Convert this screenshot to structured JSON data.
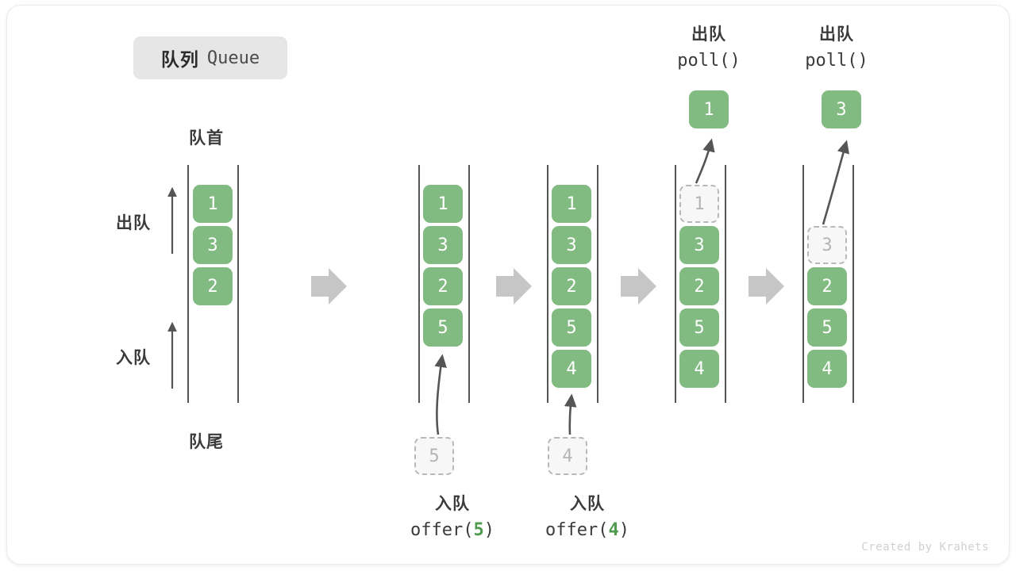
{
  "title": {
    "cn": "队列",
    "en": "Queue"
  },
  "labels": {
    "head": "队首",
    "tail": "队尾",
    "dequeue": "出队",
    "enqueue": "入队"
  },
  "watermark": "Created by Krahets",
  "colors": {
    "element": "#82bb82",
    "ghost_fill": "#f7f7f7",
    "ghost_border": "#b8b8b8",
    "rail": "#555555",
    "step_arrow": "#c6c6c6",
    "accent_text": "#4e9a4e",
    "badge_bg": "#e6e6e6"
  },
  "captions": {
    "poll_1": {
      "cn": "出队",
      "fn_prefix": "poll(",
      "arg": "",
      "fn_suffix": ")"
    },
    "poll_2": {
      "cn": "出队",
      "fn_prefix": "poll(",
      "arg": "",
      "fn_suffix": ")"
    },
    "offer_5": {
      "cn": "入队",
      "fn_prefix": "offer(",
      "arg": "5",
      "fn_suffix": ")"
    },
    "offer_4": {
      "cn": "入队",
      "fn_prefix": "offer(",
      "arg": "4",
      "fn_suffix": ")"
    }
  },
  "columns": [
    {
      "id": "state-initial",
      "items": [
        {
          "value": "1",
          "state": "filled"
        },
        {
          "value": "3",
          "state": "filled"
        },
        {
          "value": "2",
          "state": "filled"
        }
      ]
    },
    {
      "id": "state-after-offer-5",
      "items": [
        {
          "value": "1",
          "state": "filled"
        },
        {
          "value": "3",
          "state": "filled"
        },
        {
          "value": "2",
          "state": "filled"
        },
        {
          "value": "5",
          "state": "filled"
        }
      ],
      "incoming": {
        "value": "5",
        "state": "ghost"
      }
    },
    {
      "id": "state-after-offer-4",
      "items": [
        {
          "value": "1",
          "state": "filled"
        },
        {
          "value": "3",
          "state": "filled"
        },
        {
          "value": "2",
          "state": "filled"
        },
        {
          "value": "5",
          "state": "filled"
        },
        {
          "value": "4",
          "state": "filled"
        }
      ],
      "incoming": {
        "value": "4",
        "state": "ghost"
      }
    },
    {
      "id": "state-after-poll-1",
      "items": [
        {
          "value": "1",
          "state": "ghost"
        },
        {
          "value": "3",
          "state": "filled"
        },
        {
          "value": "2",
          "state": "filled"
        },
        {
          "value": "5",
          "state": "filled"
        },
        {
          "value": "4",
          "state": "filled"
        }
      ],
      "outgoing": {
        "value": "1",
        "state": "filled"
      }
    },
    {
      "id": "state-after-poll-3",
      "items": [
        {
          "value": "3",
          "state": "ghost"
        },
        {
          "value": "2",
          "state": "filled"
        },
        {
          "value": "5",
          "state": "filled"
        },
        {
          "value": "4",
          "state": "filled"
        }
      ],
      "outgoing": {
        "value": "3",
        "state": "filled"
      }
    }
  ]
}
